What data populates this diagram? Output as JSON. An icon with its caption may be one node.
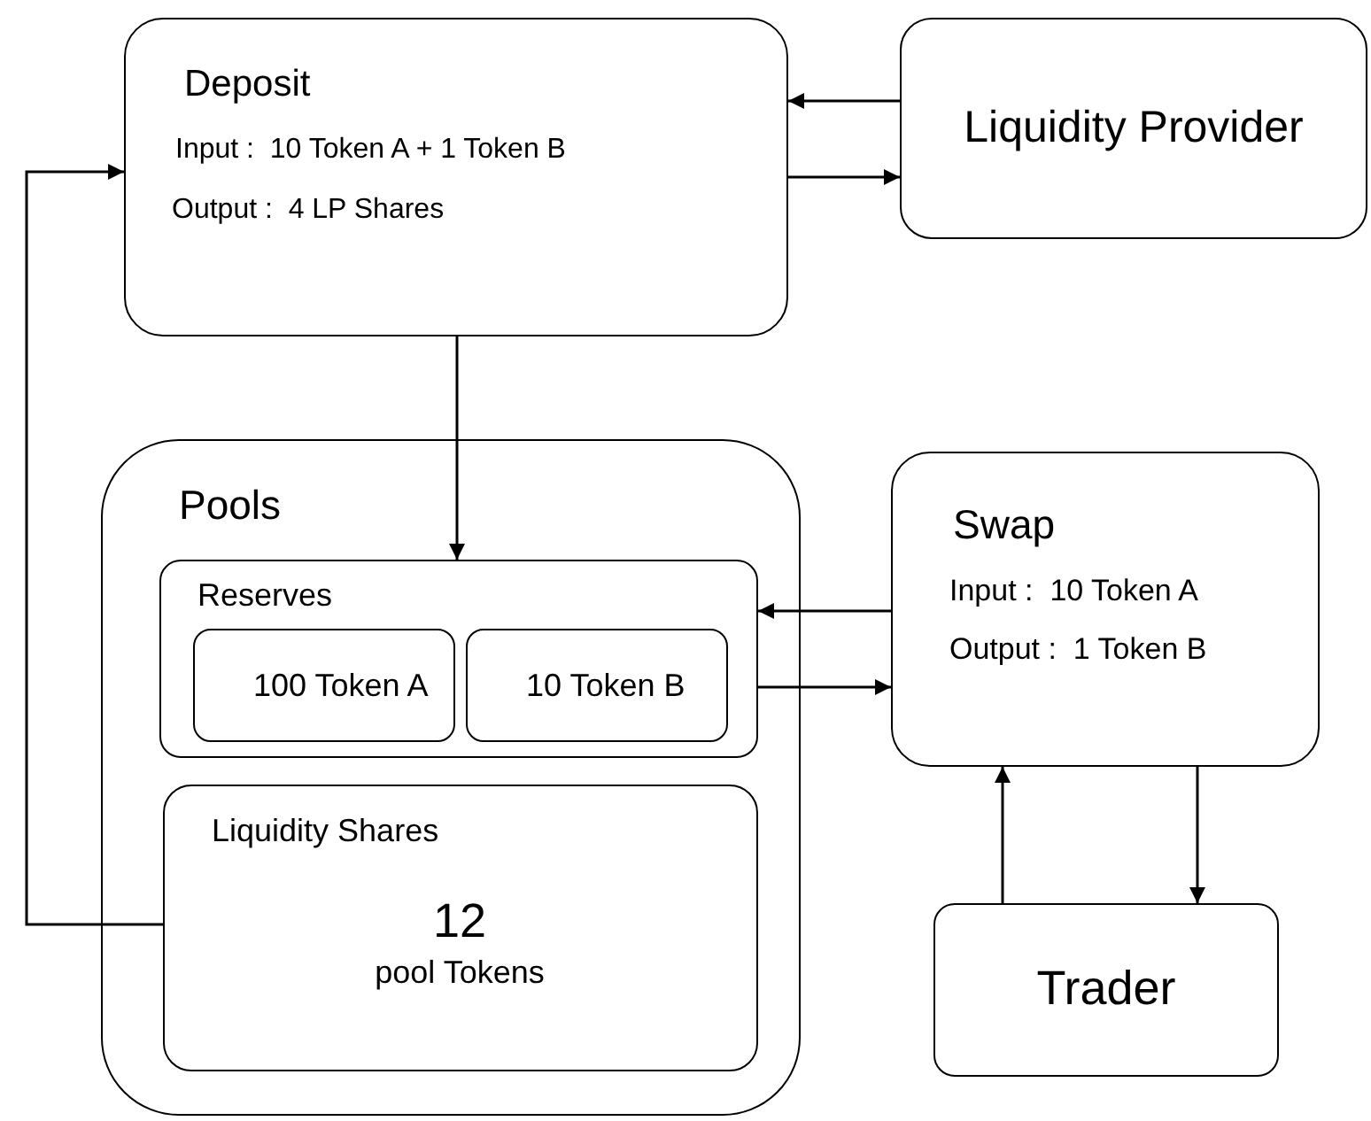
{
  "diagram": {
    "nodes": [
      {
        "text": [
          "Deposit",
          "Input :  10 Token A + 1 Token B",
          "Output :  4 LP Shares"
        ]
      },
      {
        "text": [
          "Liquidity Provider"
        ]
      },
      {
        "text": [
          "Pools"
        ]
      },
      {
        "text": [
          "Reserves"
        ],
        "in": 2
      },
      {
        "text": [
          "100 Token A"
        ],
        "in": 3
      },
      {
        "text": [
          "10 Token B"
        ],
        "in": 3
      },
      {
        "text": [
          "Liquidity Shares",
          "12",
          "pool Tokens"
        ],
        "in": 2
      },
      {
        "text": [
          "Swap",
          "Input :  10 Token A",
          "Output :  1 Token B"
        ]
      },
      {
        "text": [
          "Trader"
        ]
      }
    ],
    "edges": [
      {
        "from": 1,
        "to": 0,
        "arrow": "to"
      },
      {
        "from": 0,
        "to": 1,
        "arrow": "to"
      },
      {
        "from": 0,
        "to": 3,
        "arrow": "to"
      },
      {
        "from": 7,
        "to": 3,
        "arrow": "to"
      },
      {
        "from": 3,
        "to": 7,
        "arrow": "to"
      },
      {
        "from": 6,
        "to": 0,
        "arrow": "to"
      },
      {
        "from": 7,
        "to": 8,
        "arrow": "to"
      },
      {
        "from": 8,
        "to": 7,
        "arrow": "to"
      }
    ]
  }
}
